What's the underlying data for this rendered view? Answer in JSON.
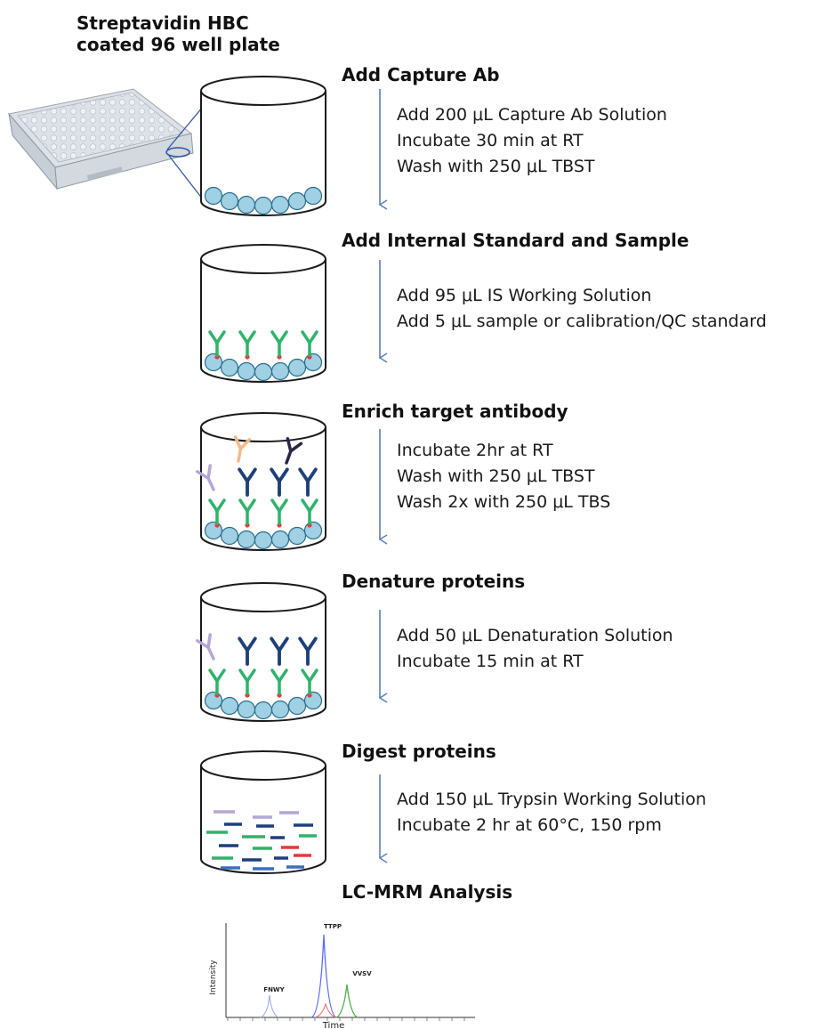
{
  "plate": {
    "title_line1": "Streptavidin HBC",
    "title_line2": "coated 96 well plate"
  },
  "steps": [
    {
      "id": "capture",
      "title": "Add Capture Ab",
      "instructions": [
        "Add 200 μL Capture Ab Solution",
        "Incubate 30 min at RT",
        "Wash with 250 μL TBST"
      ]
    },
    {
      "id": "is-sample",
      "title": "Add Internal Standard and Sample",
      "instructions": [
        "Add 95 μL IS Working Solution",
        "Add 5 μL sample or calibration/QC standard"
      ]
    },
    {
      "id": "enrich",
      "title": "Enrich target antibody",
      "instructions": [
        "Incubate 2hr at RT",
        "Wash with 250 μL TBST",
        "Wash 2x with 250 μL TBS"
      ]
    },
    {
      "id": "denature",
      "title": "Denature proteins",
      "instructions": [
        "Add 50 μL Denaturation Solution",
        "Incubate 15 min at RT"
      ]
    },
    {
      "id": "digest",
      "title": "Digest proteins",
      "instructions": [
        "Add 150 μL Trypsin Working Solution",
        "Incubate 2 hr at 60°C, 150 rpm"
      ]
    }
  ],
  "analysis": {
    "title": "LC-MRM Analysis"
  },
  "chromatogram": {
    "xlabel": "Time",
    "ylabel": "Intensity",
    "peaks": [
      {
        "label": "FNWY",
        "color": "#9fb3e6"
      },
      {
        "label": "TTPP",
        "color": "#5a6cf0"
      },
      {
        "label": "VVSV",
        "color": "#4caf50"
      }
    ]
  },
  "colors": {
    "bead": "#9fd0e3",
    "bead_stroke": "#2a6d8c",
    "capture_ab": "#2fb36b",
    "target_ab": "#1e3f7a",
    "lavender_ab": "#b6a6d6",
    "orange_ab": "#f5b98a",
    "purple_ab": "#2c2445",
    "arrow": "#5b7fb8",
    "red_dot": "#e53935"
  }
}
